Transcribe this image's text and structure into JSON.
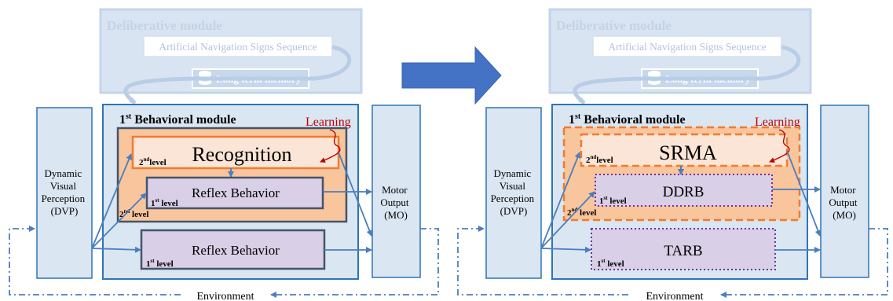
{
  "arrow_color": "#4472c4",
  "learning_color": "#c00000",
  "left": {
    "deliberative_title": "Deliberative module",
    "signs_sequence": "Artificial Navigation Signs Sequence",
    "long_term_memory": "Long term memory",
    "behavioral_title_ord": "1",
    "behavioral_title_sup": "st",
    "behavioral_title_rest": " Behavioral module",
    "learning": "Learning",
    "recognition": "Recognition",
    "level2_inner_ord": "2",
    "level2_inner_sup": "nd",
    "level2_inner_rest": "level",
    "reflex_inner": "Reflex Behavior",
    "level1_inner_ord": "1",
    "level1_inner_sup": "st",
    "level1_inner_rest": " level",
    "level2_outer_ord": "2",
    "level2_outer_sup": "nd",
    "level2_outer_rest": " level",
    "reflex_bottom": "Reflex Behavior",
    "level1_bottom_ord": "1",
    "level1_bottom_sup": "st",
    "level1_bottom_rest": " level",
    "dvp_lines": [
      "Dynamic",
      "Visual",
      "Perception",
      "(DVP)"
    ],
    "mo_lines": [
      "Motor",
      "Output",
      "(MO)"
    ],
    "environment": "Environment"
  },
  "right": {
    "deliberative_title": "Deliberative module",
    "signs_sequence": "Artificial Navigation Signs Sequence",
    "long_term_memory": "Long term memory",
    "behavioral_title_ord": "1",
    "behavioral_title_sup": "st",
    "behavioral_title_rest": " Behavioral module",
    "learning": "Learning",
    "srma": "SRMA",
    "level2_inner_ord": "2",
    "level2_inner_sup": "nd",
    "level2_inner_rest": "level",
    "ddrb": "DDRB",
    "level1_inner_ord": "1",
    "level1_inner_sup": "st",
    "level1_inner_rest": " level",
    "level2_outer_ord": "2",
    "level2_outer_sup": "nd",
    "level2_outer_rest": " level",
    "tarb": "TARB",
    "level1_bottom_ord": "1",
    "level1_bottom_sup": "st",
    "level1_bottom_rest": " level",
    "dvp_lines": [
      "Dynamic",
      "Visual",
      "Perception",
      "(DVP)"
    ],
    "mo_lines": [
      "Motor",
      "Output",
      "(MO)"
    ],
    "environment": "Environment"
  }
}
